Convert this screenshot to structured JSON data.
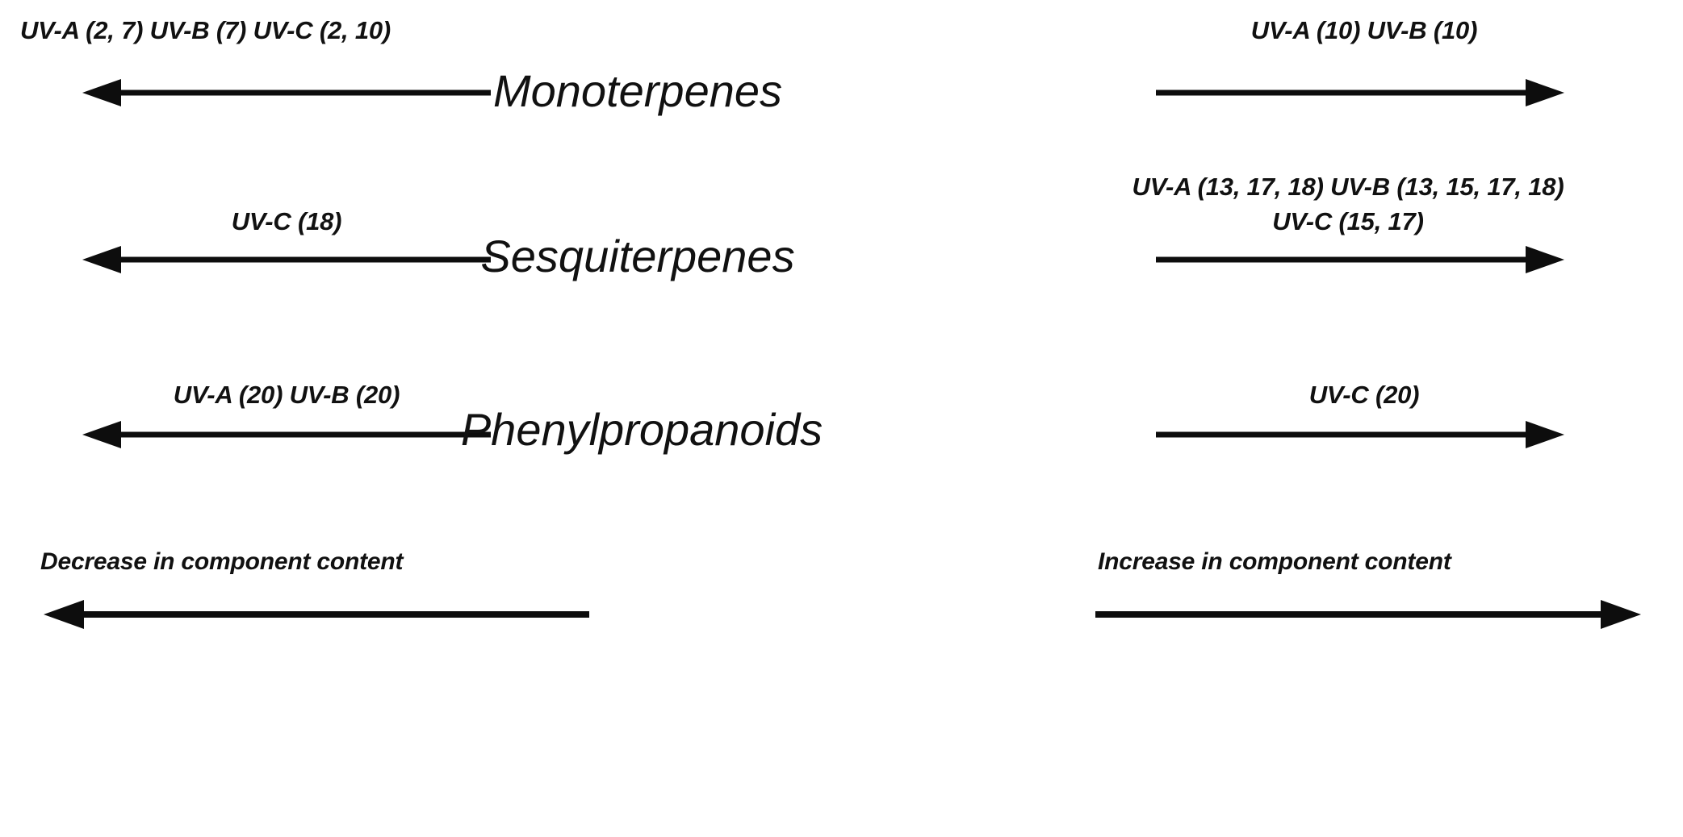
{
  "diagram": {
    "title_present": false,
    "background_color": "#ffffff",
    "ink_color": "#111111",
    "rows": [
      {
        "category": "Monoterpenes",
        "decrease_label": "UV-A (2, 7) UV-B (7) UV-C (2, 10)",
        "increase_label": "UV-A (10)  UV-B (10)",
        "decrease_label_line2": "",
        "increase_label_line2": ""
      },
      {
        "category": "Sesquiterpenes",
        "decrease_label": "UV-C (18)",
        "increase_label": "UV-A (13, 17, 18) UV-B (13, 15, 17, 18)",
        "decrease_label_line2": "",
        "increase_label_line2": "UV-C (15, 17)"
      },
      {
        "category": "Phenylpropanoids",
        "decrease_label": "UV-A (20) UV-B (20)",
        "increase_label": "UV-C (20)",
        "decrease_label_line2": "",
        "increase_label_line2": ""
      }
    ],
    "legend": {
      "decrease_text": "Decrease in component content",
      "increase_text": "Increase in component content",
      "decrease_icon": "left-arrow-icon",
      "increase_icon": "right-arrow-icon"
    },
    "icons": {
      "left_arrow": "left-arrow-icon",
      "right_arrow": "right-arrow-icon"
    }
  }
}
